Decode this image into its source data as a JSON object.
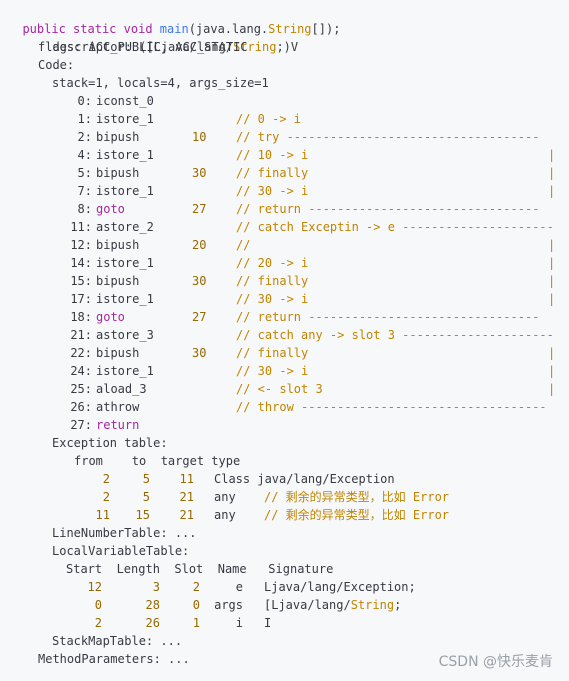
{
  "header": {
    "kw1": "public",
    "kw2": "static",
    "kw3": "void",
    "method": "main",
    "sig_open": "(java.lang.",
    "sig_type": "String",
    "sig_close": "[]);",
    "descriptor_label": "descriptor: ([Ljava/lang/",
    "descriptor_type": "String",
    "descriptor_tail": ";)V",
    "flags": "flags: ACC_PUBLIC, ACC_STATIC",
    "code": "Code:",
    "stack": "stack=1, locals=4, args_size=1"
  },
  "instructions": [
    {
      "off": "0:",
      "op": "iconst_0",
      "arg": "",
      "comment": ""
    },
    {
      "off": "1:",
      "op": "istore_1",
      "arg": "",
      "comment": "// 0 -> i"
    },
    {
      "off": "2:",
      "op": "bipush",
      "arg": "10",
      "comment": "// try -----------------------------------"
    },
    {
      "off": "4:",
      "op": "istore_1",
      "arg": "",
      "comment": "// 10 -> i",
      "bar": "|"
    },
    {
      "off": "5:",
      "op": "bipush",
      "arg": "30",
      "comment": "// finally",
      "bar": "|"
    },
    {
      "off": "7:",
      "op": "istore_1",
      "arg": "",
      "comment": "// 30 -> i",
      "bar": "|"
    },
    {
      "off": "8:",
      "op": "goto",
      "arg": "27",
      "comment": "// return --------------------------------",
      "kw": true
    },
    {
      "off": "11:",
      "op": "astore_2",
      "arg": "",
      "comment": "// catch Exceptin -> e ---------------------"
    },
    {
      "off": "12:",
      "op": "bipush",
      "arg": "20",
      "comment": "//",
      "bar": "|"
    },
    {
      "off": "14:",
      "op": "istore_1",
      "arg": "",
      "comment": "// 20 -> i",
      "bar": "|"
    },
    {
      "off": "15:",
      "op": "bipush",
      "arg": "30",
      "comment": "// finally",
      "bar": "|"
    },
    {
      "off": "17:",
      "op": "istore_1",
      "arg": "",
      "comment": "// 30 -> i",
      "bar": "|"
    },
    {
      "off": "18:",
      "op": "goto",
      "arg": "27",
      "comment": "// return --------------------------------",
      "kw": true
    },
    {
      "off": "21:",
      "op": "astore_3",
      "arg": "",
      "comment": "// catch any -> slot 3 ---------------------"
    },
    {
      "off": "22:",
      "op": "bipush",
      "arg": "30",
      "comment": "// finally",
      "bar": "|"
    },
    {
      "off": "24:",
      "op": "istore_1",
      "arg": "",
      "comment": "// 30 -> i",
      "bar": "|"
    },
    {
      "off": "25:",
      "op": "aload_3",
      "arg": "",
      "comment": "// <- slot 3",
      "bar": "|"
    },
    {
      "off": "26:",
      "op": "athrow",
      "arg": "",
      "comment": "// throw ----------------------------------"
    },
    {
      "off": "27:",
      "op": "return",
      "arg": "",
      "comment": "",
      "kw": true
    }
  ],
  "exception_table": {
    "title": "Exception table:",
    "header": "from    to  target type",
    "rows": [
      {
        "from": "2",
        "to": "5",
        "target": "11",
        "type": "Class java/lang/Exception",
        "comment": ""
      },
      {
        "from": "2",
        "to": "5",
        "target": "21",
        "type": "any",
        "comment": "// 剩余的异常类型，比如 Error"
      },
      {
        "from": "11",
        "to": "15",
        "target": "21",
        "type": "any",
        "comment": "// 剩余的异常类型，比如 Error"
      }
    ]
  },
  "line_number_table": "LineNumberTable: ...",
  "local_variable_table": {
    "title": "LocalVariableTable:",
    "header": "Start  Length  Slot  Name   Signature",
    "rows": [
      {
        "start": "12",
        "length": "3",
        "slot": "2",
        "name": "e",
        "sig": "Ljava/lang/Exception;",
        "sig_pre": "",
        "sig_type": "",
        "sig_post": ""
      },
      {
        "start": "0",
        "length": "28",
        "slot": "0",
        "name": "args",
        "sig": "",
        "sig_pre": "[Ljava/lang/",
        "sig_type": "String",
        "sig_post": ";"
      },
      {
        "start": "2",
        "length": "26",
        "slot": "1",
        "name": "i",
        "sig": "I",
        "sig_pre": "",
        "sig_type": "",
        "sig_post": ""
      }
    ]
  },
  "stack_map_table": "StackMapTable: ...",
  "method_parameters": "MethodParameters: ...",
  "watermark": "CSDN @快乐麦肯"
}
